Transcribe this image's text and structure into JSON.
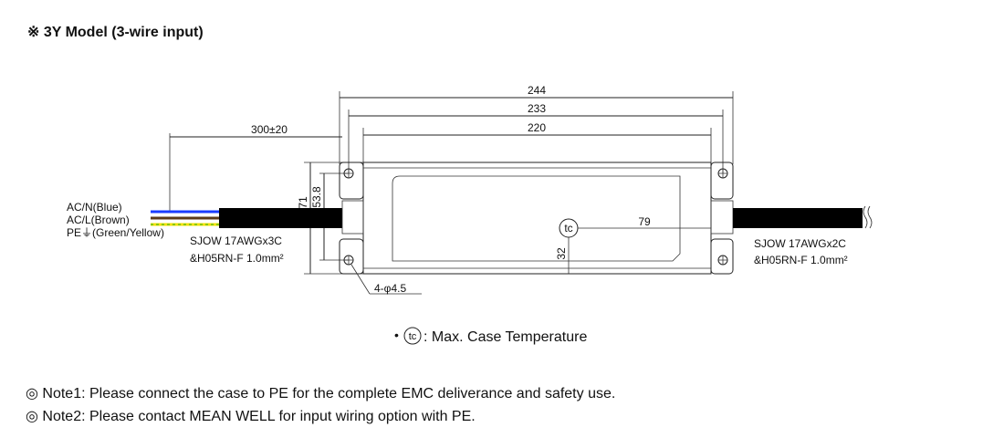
{
  "title": "※ 3Y Model (3-wire input)",
  "dimensions": {
    "overall": "244",
    "hole_pitch": "233",
    "body": "220",
    "input_cable_length": "300±20",
    "height": "71",
    "hole_height": "53.8",
    "tc_x": "79",
    "tc_y": "32",
    "holes": "4-φ4.5"
  },
  "wires": {
    "neutral": "AC/N(Blue)",
    "line": "AC/L(Brown)",
    "pe": "PE⏚(Green/Yellow)"
  },
  "input_cable": {
    "line1": "SJOW 17AWGx3C",
    "line2": "&H05RN-F 1.0mm²"
  },
  "output_cable": {
    "line1": "SJOW 17AWGx2C",
    "line2": "&H05RN-F 1.0mm²"
  },
  "tc_symbol": "tc",
  "legend": {
    "bullet": "•",
    "text": ": Max. Case Temperature"
  },
  "notes": [
    "◎ Note1: Please connect the case to PE for the complete EMC deliverance and safety use.",
    "◎ Note2: Please contact MEAN WELL for input wiring option with PE."
  ],
  "colors": {
    "blue": "#1a3cff",
    "brown": "#5a3a1a",
    "yellow": "#f0e000",
    "green": "#22b022"
  }
}
